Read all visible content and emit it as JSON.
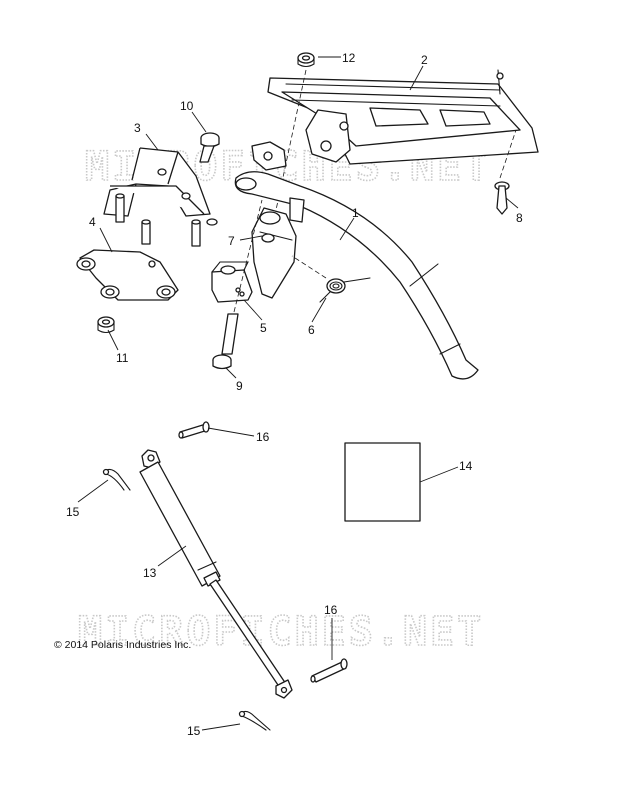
{
  "watermark": "MICROFICHES.NET",
  "copyright": "© 2014 Polaris Industries Inc.",
  "callouts": {
    "c1": "1",
    "c2": "2",
    "c3": "3",
    "c4": "4",
    "c5": "5",
    "c6": "6",
    "c7": "7",
    "c8": "8",
    "c9": "9",
    "c10": "10",
    "c11": "11",
    "c12": "12",
    "c13": "13",
    "c14": "14",
    "c15a": "15",
    "c15b": "15",
    "c16a": "16",
    "c16b": "16"
  }
}
